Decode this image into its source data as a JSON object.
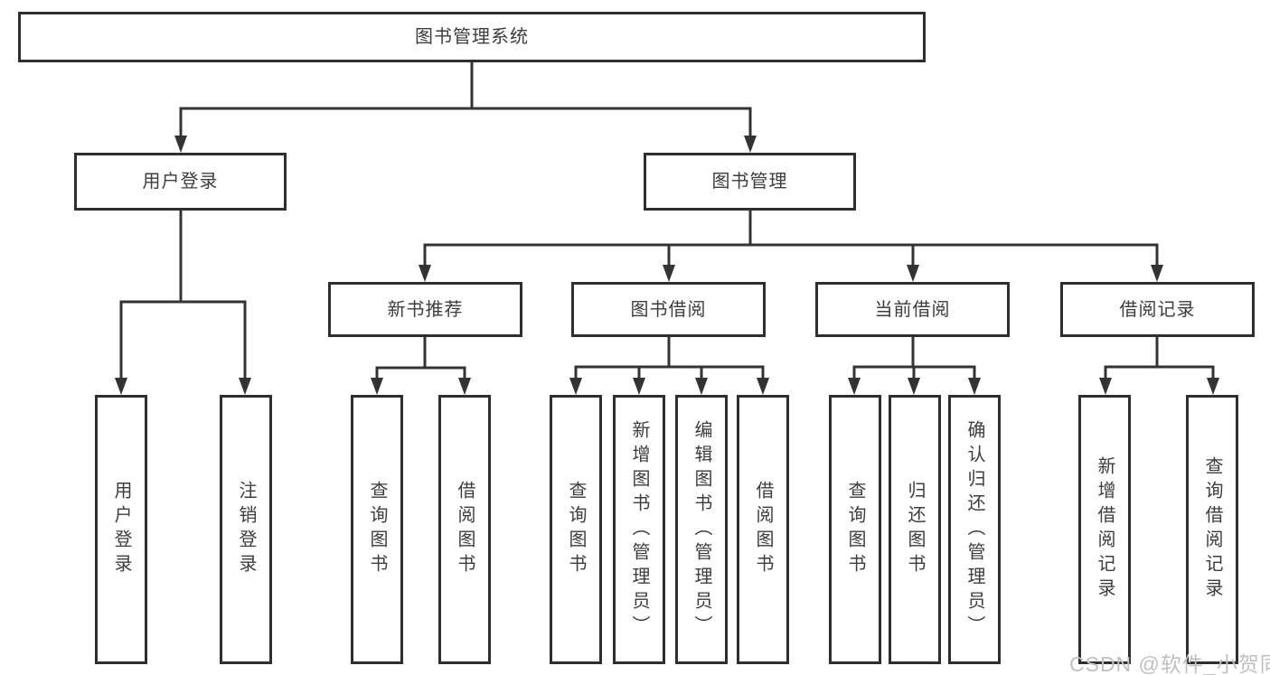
{
  "diagram": {
    "title": "图书管理系统",
    "level2": [
      {
        "label": "用户登录",
        "children": [
          {
            "label": "用户登录"
          },
          {
            "label": "注销登录"
          }
        ]
      },
      {
        "label": "图书管理",
        "children": [
          {
            "label": "新书推荐",
            "children": [
              {
                "label": "查询图书"
              },
              {
                "label": "借阅图书"
              }
            ]
          },
          {
            "label": "图书借阅",
            "children": [
              {
                "label": "查询图书"
              },
              {
                "label": "新增图书（管理员）"
              },
              {
                "label": "编辑图书（管理员）"
              },
              {
                "label": "借阅图书"
              }
            ]
          },
          {
            "label": "当前借阅",
            "children": [
              {
                "label": "查询图书"
              },
              {
                "label": "归还图书"
              },
              {
                "label": "确认归还（管理员）"
              }
            ]
          },
          {
            "label": "借阅记录",
            "children": [
              {
                "label": "新增借阅记录"
              },
              {
                "label": "查询借阅记录"
              }
            ]
          }
        ]
      }
    ]
  },
  "watermark": "CSDN @软件_小贺同学",
  "colors": {
    "line": "#333333",
    "box_border": "#2e2e2e",
    "text": "#3d3d3d",
    "watermark": "#c0c0c0",
    "background": "#ffffff"
  }
}
